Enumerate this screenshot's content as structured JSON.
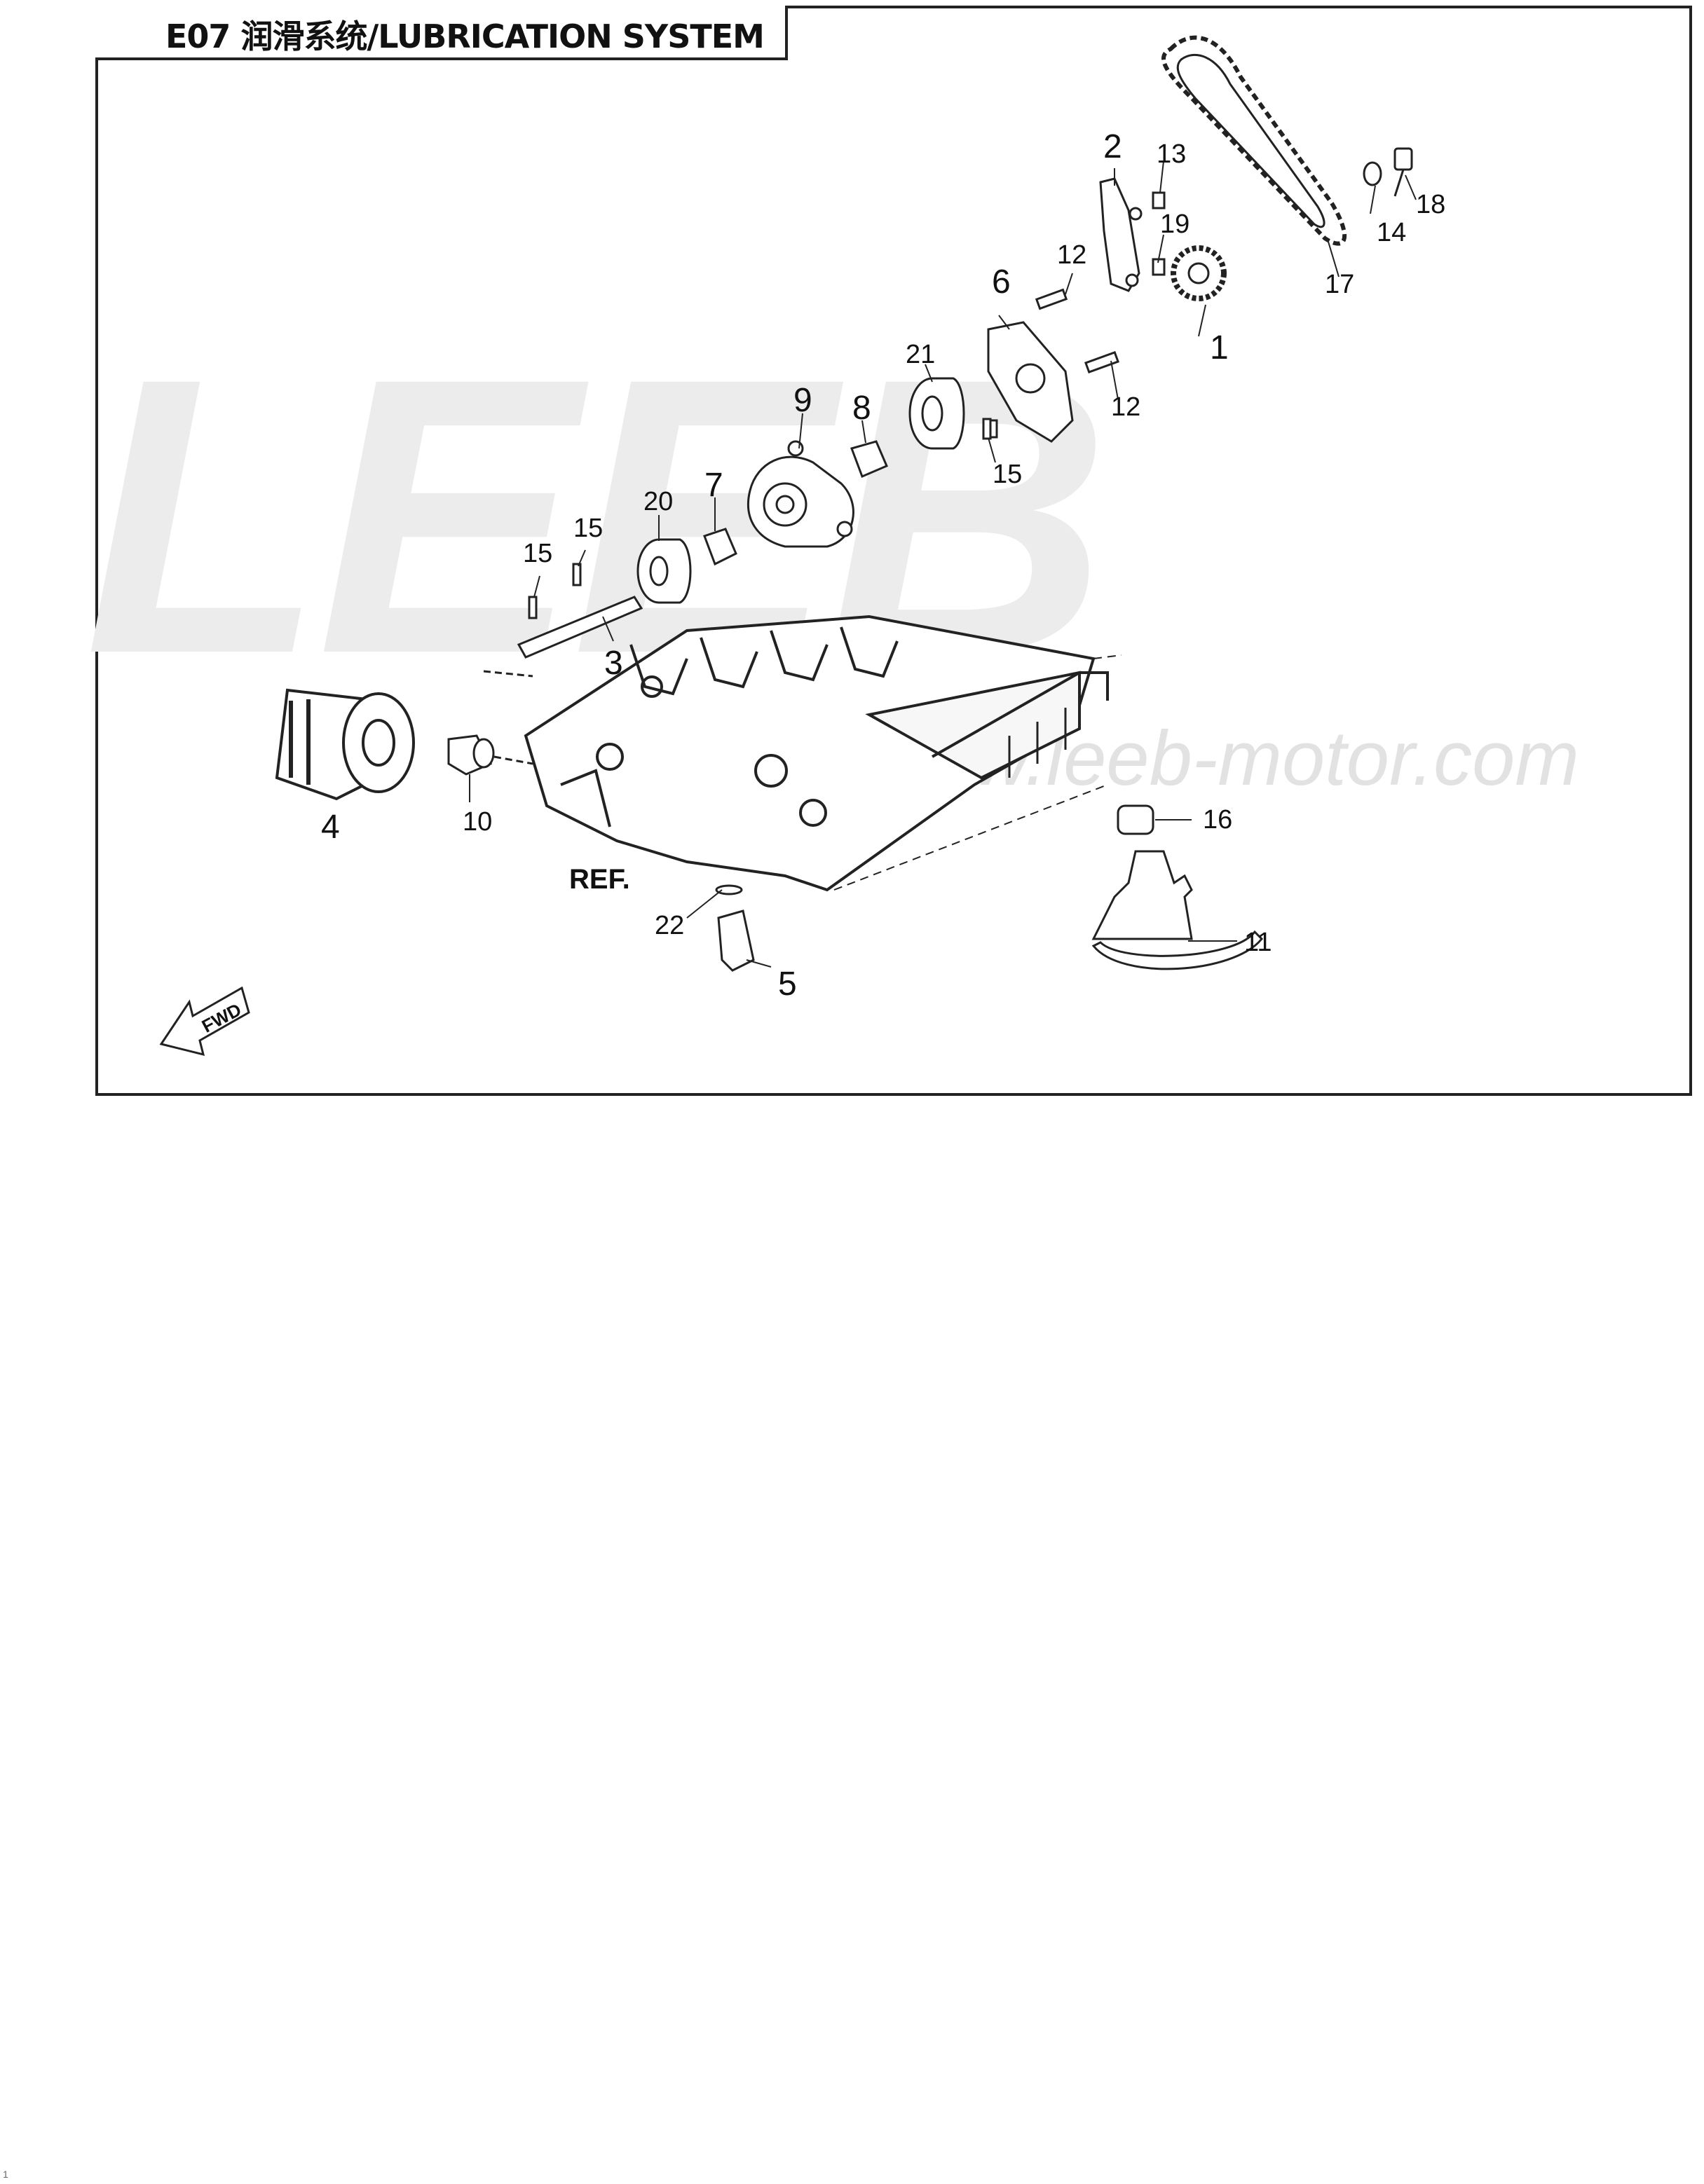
{
  "title": "E07 润滑系统/LUBRICATION SYSTEM",
  "watermark": {
    "logo_text": "LEEB",
    "site_text": "www.leeb-motor.com"
  },
  "reference_label": "REF.",
  "direction_label": "FWD",
  "page_marker": "1",
  "callouts": {
    "c1": "1",
    "c2": "2",
    "c3": "3",
    "c4": "4",
    "c5": "5",
    "c6": "6",
    "c7": "7",
    "c8": "8",
    "c9": "9",
    "c10": "10",
    "c11": "11",
    "c12a": "12",
    "c12b": "12",
    "c13": "13",
    "c14": "14",
    "c15a": "15",
    "c15b": "15",
    "c15c": "15",
    "c16": "16",
    "c17": "17",
    "c18": "18",
    "c19": "19",
    "c20": "20",
    "c21": "21",
    "c22": "22"
  }
}
